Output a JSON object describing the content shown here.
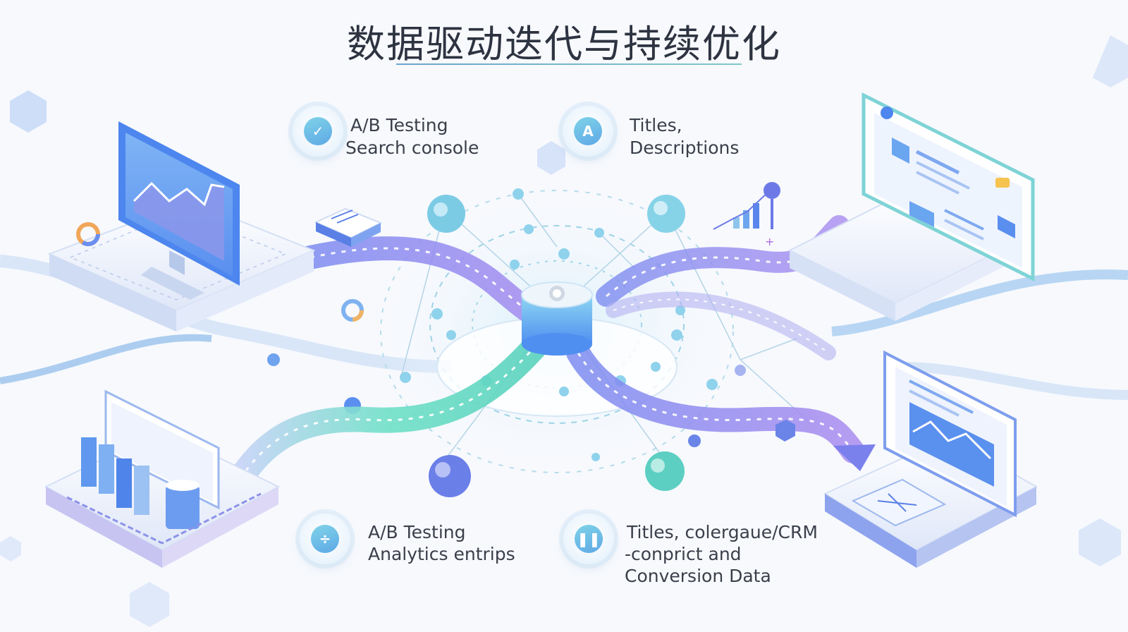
{
  "title": "数据驱动迭代与持续优化",
  "labels": {
    "top_left": {
      "line1": "A/B Testing",
      "line2": "Search console",
      "icon": "check-icon"
    },
    "top_right": {
      "line1": "Titles,",
      "line2": "Descriptions",
      "icon": "text-format-icon"
    },
    "bottom_left": {
      "line1": "A/B Testing",
      "line2": "Analytics entrips",
      "icon": "divide-icon"
    },
    "bottom_right": {
      "line1": "Titles, colergaue/CRM",
      "line2": "-conprict and",
      "line3": "Conversion Data",
      "icon": "pause-icon"
    }
  },
  "colors": {
    "purple_flow": "#8b86ea",
    "teal_flow": "#56d6c2",
    "blue_accent": "#5b8ff0",
    "title_underline": "#6aa5cf"
  }
}
